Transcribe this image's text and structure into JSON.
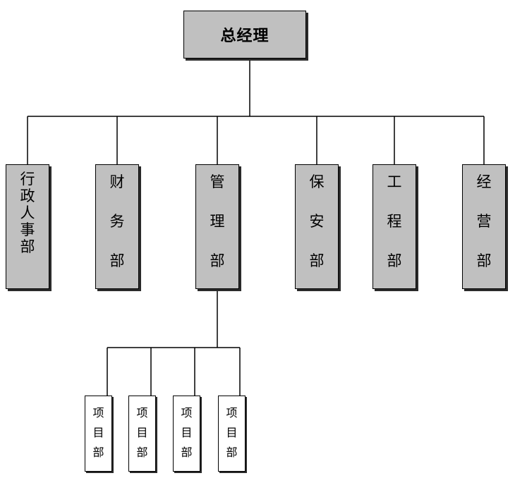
{
  "root": {
    "label": "总经理"
  },
  "departments": [
    {
      "label": "行政人事部",
      "chars": [
        "行",
        "政",
        "人",
        "事",
        "部"
      ]
    },
    {
      "label": "财务部",
      "chars": [
        "财",
        "务",
        "部"
      ]
    },
    {
      "label": "管理部",
      "chars": [
        "管",
        "理",
        "部"
      ]
    },
    {
      "label": "保安部",
      "chars": [
        "保",
        "安",
        "部"
      ]
    },
    {
      "label": "工程部",
      "chars": [
        "工",
        "程",
        "部"
      ]
    },
    {
      "label": "经营部",
      "chars": [
        "经",
        "营",
        "部"
      ]
    }
  ],
  "projects": [
    {
      "label": "项目部",
      "chars": [
        "项",
        "目",
        "部"
      ]
    },
    {
      "label": "项目部",
      "chars": [
        "项",
        "目",
        "部"
      ]
    },
    {
      "label": "项目部",
      "chars": [
        "项",
        "目",
        "部"
      ]
    },
    {
      "label": "项目部",
      "chars": [
        "项",
        "目",
        "部"
      ]
    }
  ],
  "colors": {
    "box_fill": "#c0c0c0",
    "project_fill": "#ffffff",
    "line": "#000000",
    "shadow": "#2a2a2a"
  }
}
